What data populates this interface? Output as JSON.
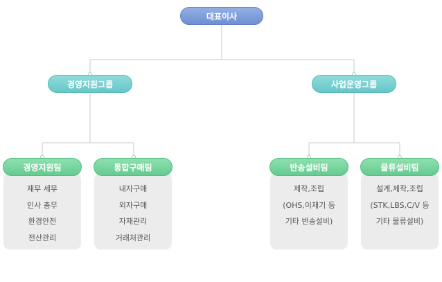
{
  "ceo": {
    "label": "대표이사"
  },
  "groups": [
    {
      "label": "경영지원그룹"
    },
    {
      "label": "사업운영그룹"
    }
  ],
  "teams": [
    {
      "label": "경영지원팀",
      "lines": [
        "재무 세무",
        "인사 총무",
        "환경안전",
        "전산관리"
      ]
    },
    {
      "label": "통합구매팀",
      "lines": [
        "내자구매",
        "외자구매",
        "자재관리",
        "거래처관리"
      ]
    },
    {
      "label": "반송설비팀",
      "lines": [
        "제작,조립",
        "(OHS,이재기 등",
        "기타 반송설비)"
      ]
    },
    {
      "label": "물류설비팀",
      "lines": [
        "설계,제작,조립",
        "(STK,LBS,C/V 등",
        "기타 물류설비)"
      ]
    }
  ],
  "colors": {
    "ceo": "#7b9bdb",
    "group": "#73cfd0",
    "team": "#6fd39a",
    "line": "#c8c8c8",
    "box": "#ececec"
  }
}
